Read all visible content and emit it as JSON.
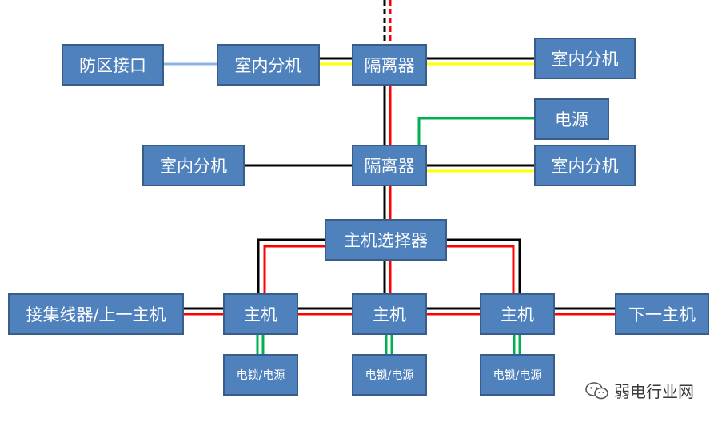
{
  "nodes": {
    "zone_interface": "防区接口",
    "indoor_unit_1": "室内分机",
    "isolator_1": "隔离器",
    "indoor_unit_2": "室内分机",
    "power": "电源",
    "indoor_unit_3": "室内分机",
    "isolator_2": "隔离器",
    "indoor_unit_4": "室内分机",
    "host_selector": "主机选择器",
    "concentrator_prev_host": "接集线器/上一主机",
    "host_1": "主机",
    "host_2": "主机",
    "host_3": "主机",
    "next_host": "下一主机",
    "lock_power_1": "电锁/电源",
    "lock_power_2": "电锁/电源",
    "lock_power_3": "电锁/电源"
  },
  "colors": {
    "box_fill": "#4f81bd",
    "box_border": "#385d8a",
    "wire_black": "#000000",
    "wire_red": "#ff0000",
    "wire_yellow": "#ffff00",
    "wire_green": "#00b050",
    "wire_lightblue": "#8db3e2"
  },
  "watermark": {
    "icon": "wechat-icon",
    "text": "弱电行业网"
  }
}
